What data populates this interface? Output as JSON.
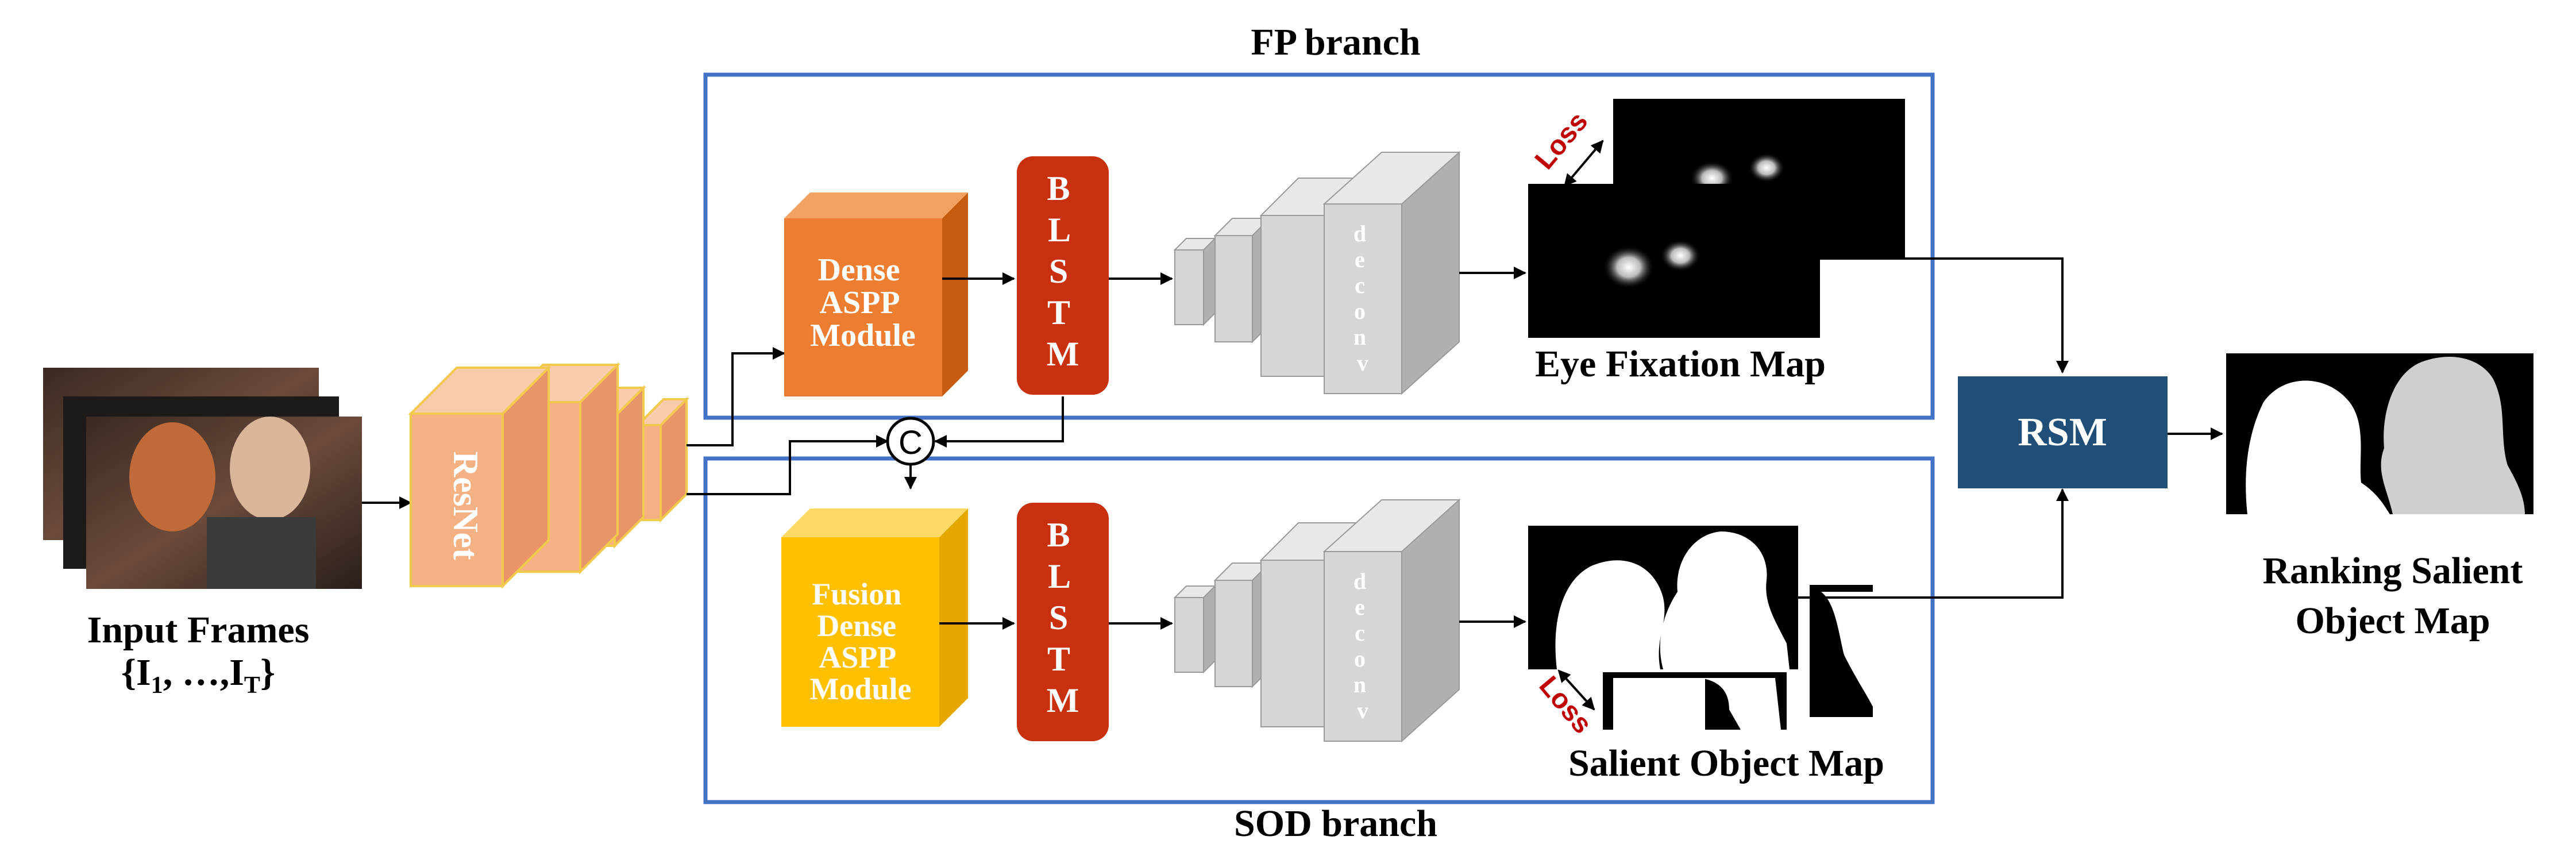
{
  "diagram": {
    "fp_branch": {
      "title": "FP branch"
    },
    "sod_branch": {
      "title": "SOD branch"
    },
    "input": {
      "label_line1": "Input Frames",
      "label_line2_prefix": "{I",
      "label_line2_sub1": "1",
      "label_line2_mid": ", …,I",
      "label_line2_subT": "T",
      "label_line2_suffix": "}"
    },
    "resnet": {
      "label": "ResNet"
    },
    "concat": {
      "symbol": "C"
    },
    "fp": {
      "module_lines": [
        "Dense",
        "ASPP",
        "Module"
      ],
      "blstm": [
        "B",
        "L",
        "S",
        "T",
        "M"
      ],
      "deconv": [
        "d",
        "e",
        "c",
        "o",
        "n",
        "v"
      ],
      "loss": "Loss",
      "output_label": "Eye Fixation Map"
    },
    "sod": {
      "module_lines": [
        "Fusion",
        "Dense",
        "ASPP",
        "Module"
      ],
      "blstm": [
        "B",
        "L",
        "S",
        "T",
        "M"
      ],
      "deconv": [
        "d",
        "e",
        "c",
        "o",
        "n",
        "v"
      ],
      "loss": "Loss",
      "output_label": "Salient Object Map"
    },
    "rsm": {
      "label": "RSM"
    },
    "ranking": {
      "label_line1": "Ranking Salient",
      "label_line2": "Object Map"
    },
    "colors": {
      "branch_border": "#4472C4",
      "dense_aspp": "#ED7D31",
      "fusion_aspp": "#FFC000",
      "blstm": "#C9300E",
      "resnet": "#F4B183",
      "rsm": "#1F4E79",
      "loss": "#C00000",
      "deconv": "#D0D0D0"
    }
  }
}
